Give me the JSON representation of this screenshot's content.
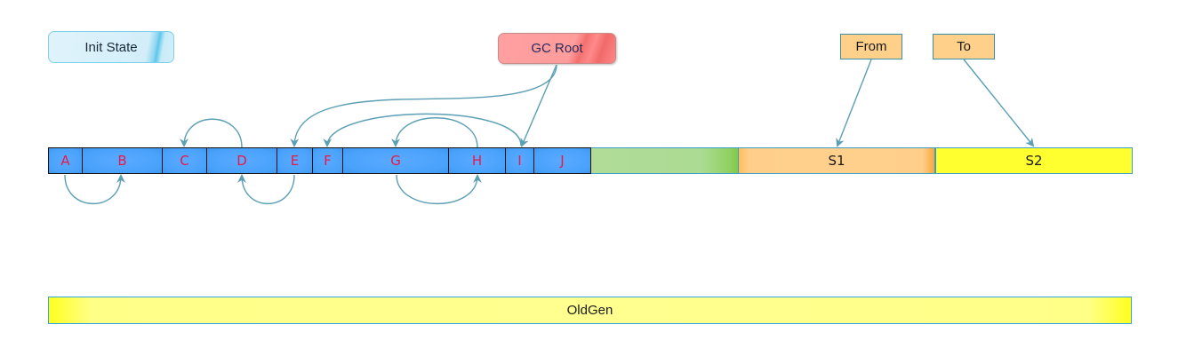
{
  "legend": {
    "init_state": "Init State",
    "gc_root": "GC Root",
    "from": "From",
    "to": "To"
  },
  "eden": {
    "cells": [
      "A",
      "B",
      "C",
      "D",
      "E",
      "F",
      "G",
      "H",
      "I",
      "J"
    ],
    "free_space_label": ""
  },
  "survivor": {
    "s1": "S1",
    "s2": "S2"
  },
  "old_gen": {
    "label": "OldGen"
  },
  "references": [
    {
      "from": "A",
      "to": "B",
      "side": "below"
    },
    {
      "from": "D",
      "to": "C",
      "side": "above"
    },
    {
      "from": "E",
      "to": "D",
      "side": "below"
    },
    {
      "from": "G",
      "to": "H",
      "side": "below"
    },
    {
      "from": "H",
      "to": "G",
      "side": "above"
    },
    {
      "from": "I",
      "to": "F",
      "side": "above"
    },
    {
      "from": "GC Root",
      "to": "E",
      "side": "above"
    },
    {
      "from": "GC Root",
      "to": "I",
      "side": "above"
    },
    {
      "from": "From",
      "to": "S1",
      "side": "above"
    },
    {
      "from": "To",
      "to": "S2",
      "side": "above"
    }
  ],
  "colors": {
    "object_cell": "#4aa2fb",
    "object_label": "#e8194a",
    "eden_free": "#acdb93",
    "s1": "#ffd08c",
    "s2": "#ffff30",
    "old_gen": "#ffff90",
    "gc_root": "#ff9c9c",
    "arrow": "#5a9fb4"
  }
}
